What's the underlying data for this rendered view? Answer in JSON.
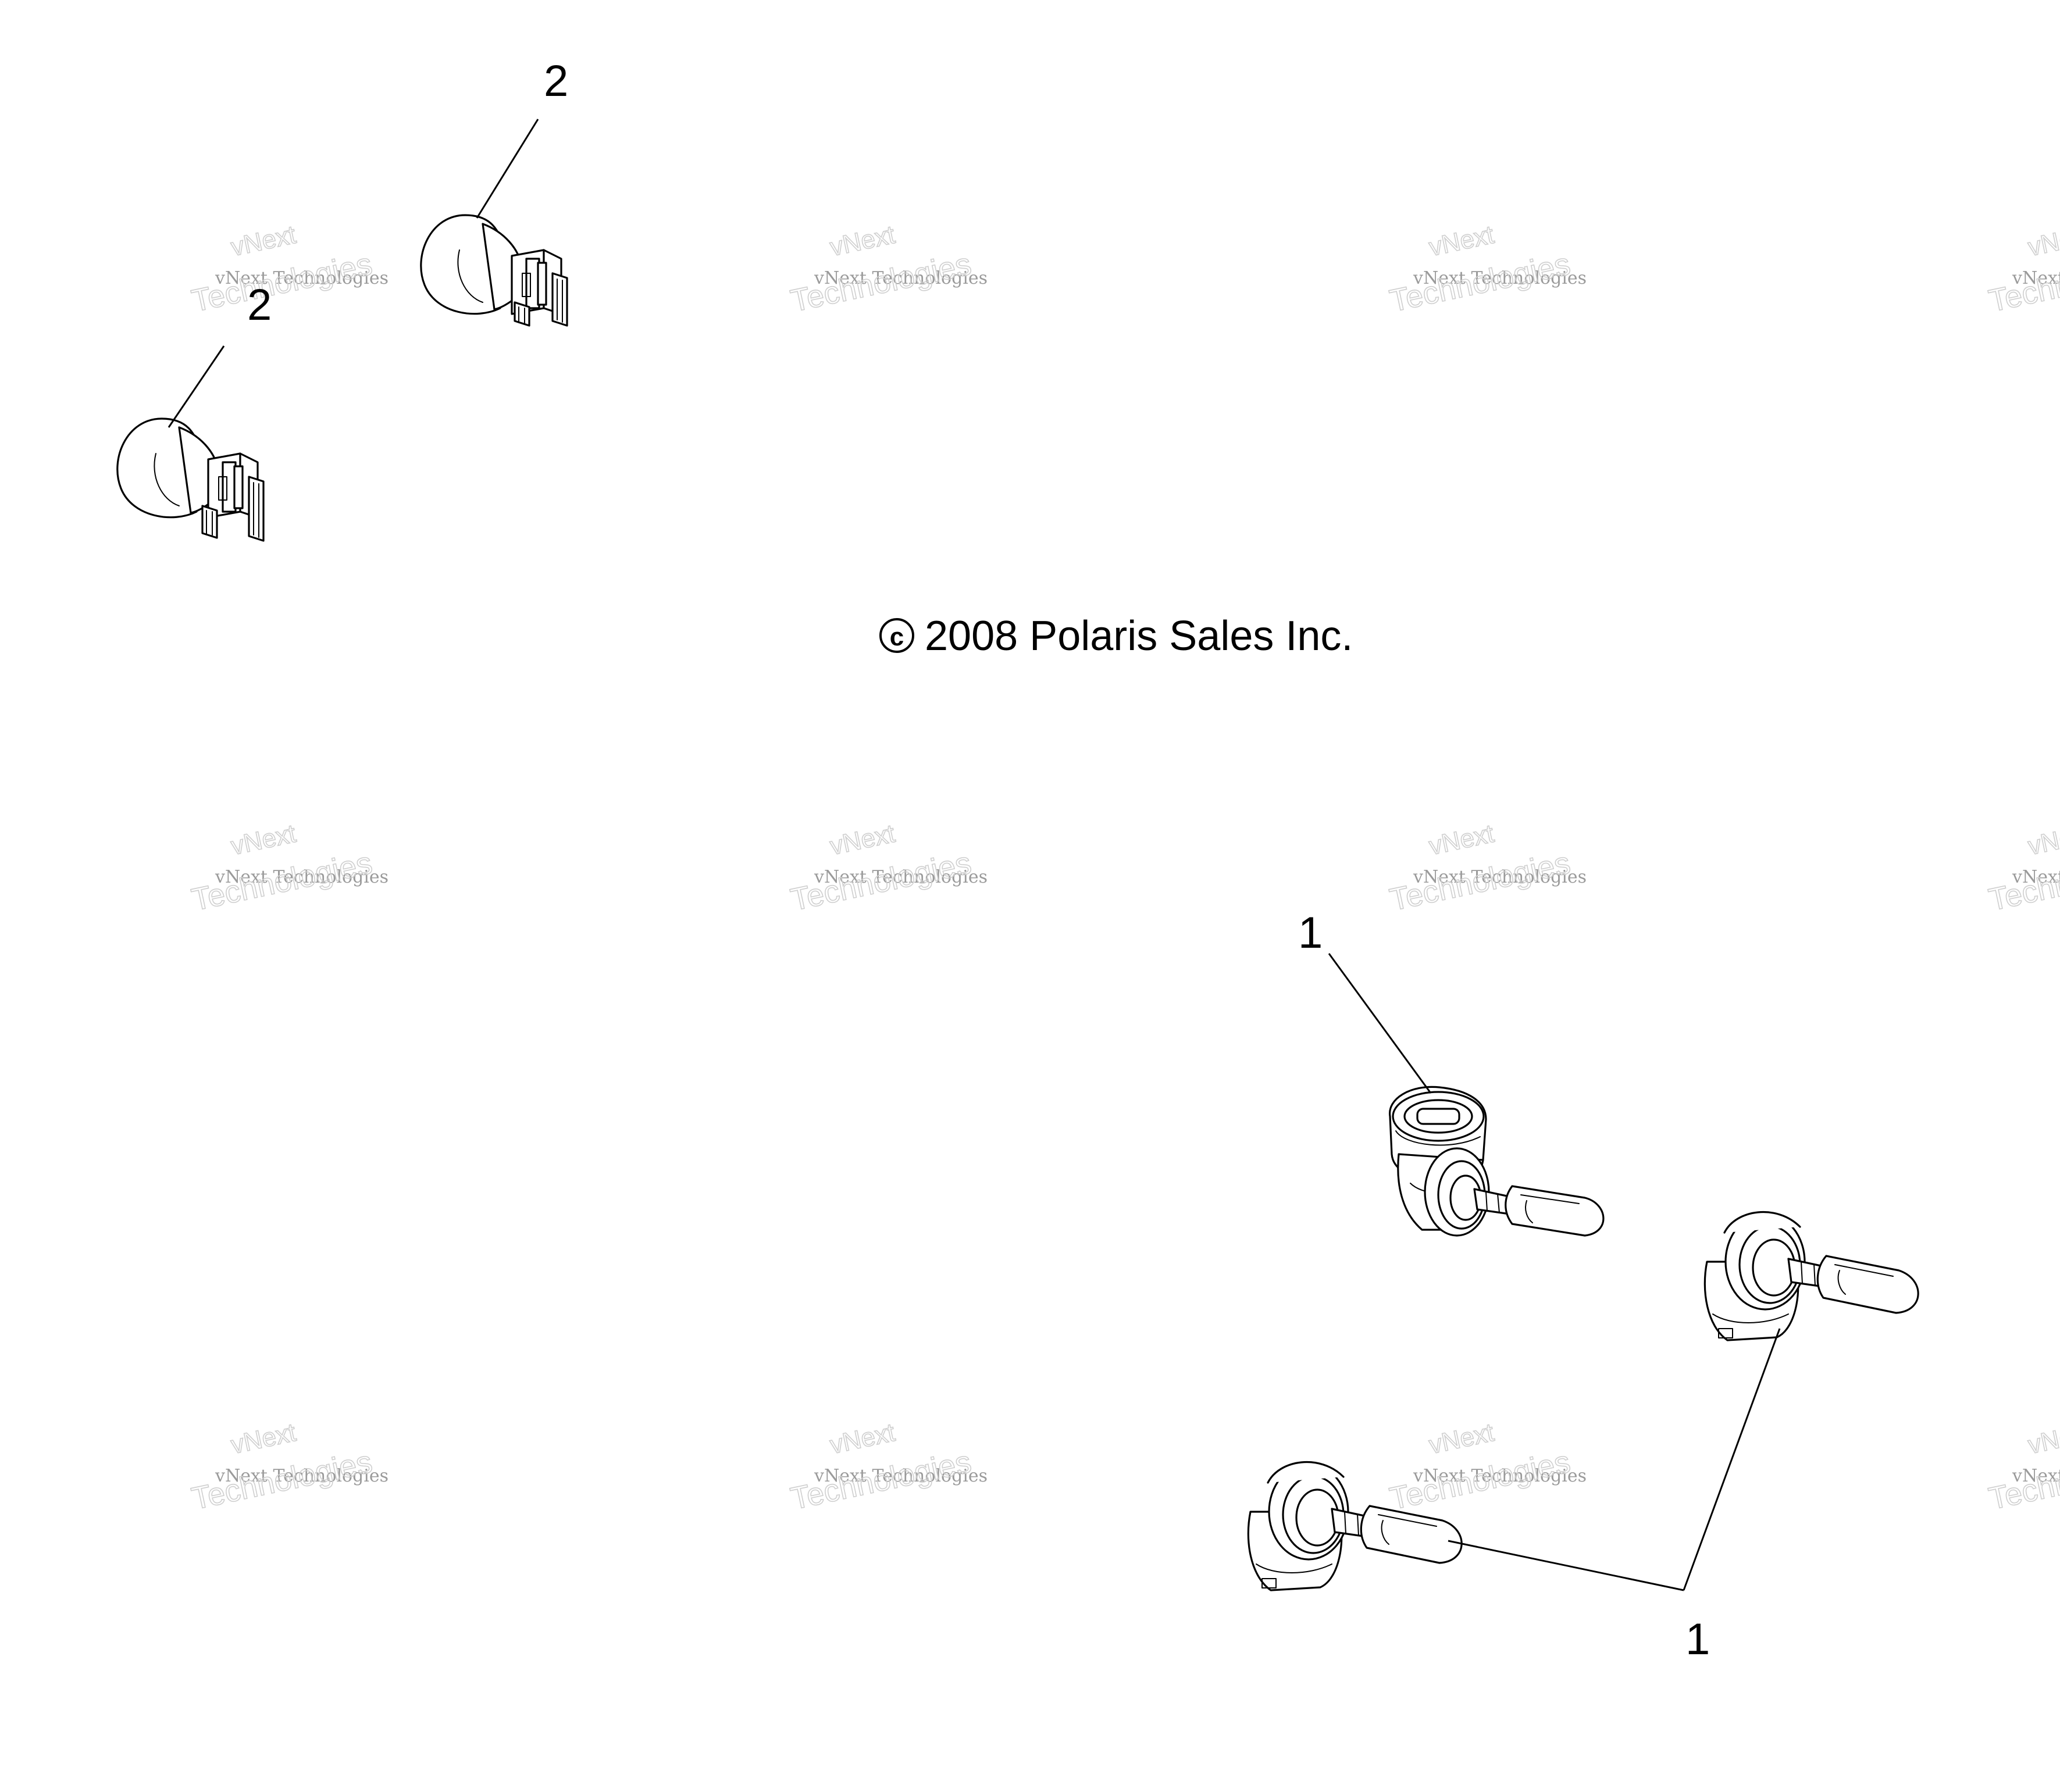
{
  "copyright": {
    "symbol": "c",
    "text": "2008 Polaris Sales Inc."
  },
  "callouts": [
    {
      "id": "callout-2-upper",
      "label": "2"
    },
    {
      "id": "callout-2-lower",
      "label": "2"
    },
    {
      "id": "callout-1-upper",
      "label": "1"
    },
    {
      "id": "callout-1-lower",
      "label": "1"
    }
  ],
  "parts": [
    {
      "name": "wedge-bulb",
      "callout": "2"
    },
    {
      "name": "wedge-bulb",
      "callout": "2"
    },
    {
      "name": "halogen-headlight-bulb",
      "callout": "1"
    },
    {
      "name": "halogen-headlight-bulb",
      "callout": "1"
    },
    {
      "name": "halogen-headlight-bulb",
      "callout": "1"
    }
  ],
  "watermark": {
    "line1": "vNext",
    "line2": "vNext Technologies",
    "line3": "Technologies"
  }
}
